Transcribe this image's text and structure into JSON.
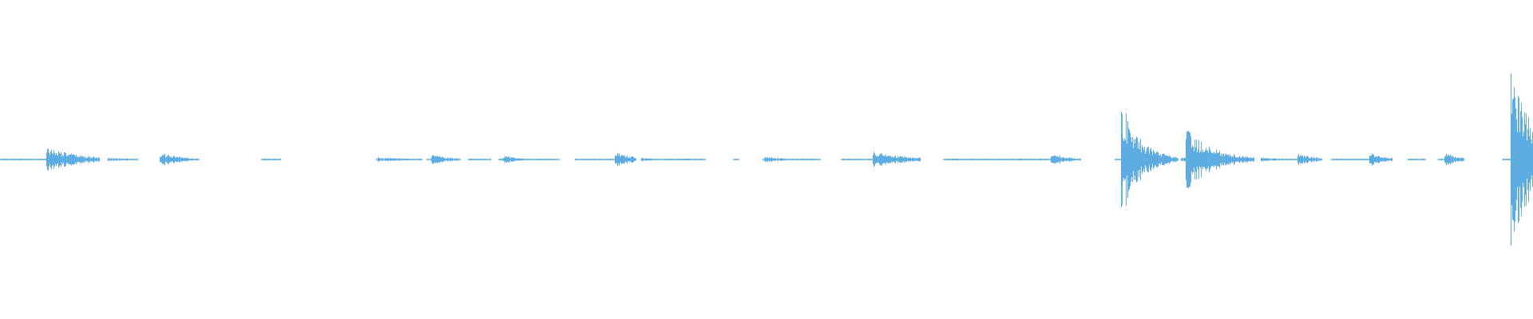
{
  "waveform": {
    "color": "#5DADE2",
    "background": "#FFFFFF",
    "baseline_amplitude": 0.01,
    "bursts": [
      {
        "t": 0.032,
        "amp": 0.14,
        "decay": 0.02
      },
      {
        "t": 0.106,
        "amp": 0.07,
        "decay": 0.015
      },
      {
        "t": 0.248,
        "amp": 0.025,
        "decay": 0.02
      },
      {
        "t": 0.283,
        "amp": 0.06,
        "decay": 0.01
      },
      {
        "t": 0.33,
        "amp": 0.04,
        "decay": 0.01
      },
      {
        "t": 0.403,
        "amp": 0.08,
        "decay": 0.012
      },
      {
        "t": 0.5,
        "amp": 0.04,
        "decay": 0.01
      },
      {
        "t": 0.571,
        "amp": 0.09,
        "decay": 0.02
      },
      {
        "t": 0.687,
        "amp": 0.07,
        "decay": 0.01
      },
      {
        "t": 0.733,
        "amp": 0.59,
        "decay": 0.012
      },
      {
        "t": 0.775,
        "amp": 0.33,
        "decay": 0.018
      },
      {
        "t": 0.848,
        "amp": 0.07,
        "decay": 0.01
      },
      {
        "t": 0.895,
        "amp": 0.07,
        "decay": 0.01
      },
      {
        "t": 0.944,
        "amp": 0.07,
        "decay": 0.008
      },
      {
        "t": 0.987,
        "amp": 1.0,
        "decay": 0.015
      }
    ],
    "segments": [
      [
        0.0,
        0.065
      ],
      [
        0.07,
        0.09
      ],
      [
        0.104,
        0.13
      ],
      [
        0.17,
        0.183
      ],
      [
        0.245,
        0.275
      ],
      [
        0.278,
        0.3
      ],
      [
        0.305,
        0.32
      ],
      [
        0.325,
        0.365
      ],
      [
        0.375,
        0.415
      ],
      [
        0.418,
        0.46
      ],
      [
        0.478,
        0.482
      ],
      [
        0.497,
        0.535
      ],
      [
        0.548,
        0.6
      ],
      [
        0.615,
        0.705
      ],
      [
        0.727,
        0.755
      ],
      [
        0.77,
        0.81
      ],
      [
        0.822,
        0.862
      ],
      [
        0.868,
        0.908
      ],
      [
        0.918,
        0.93
      ],
      [
        0.938,
        0.955
      ],
      [
        0.98,
        1.0
      ]
    ]
  }
}
